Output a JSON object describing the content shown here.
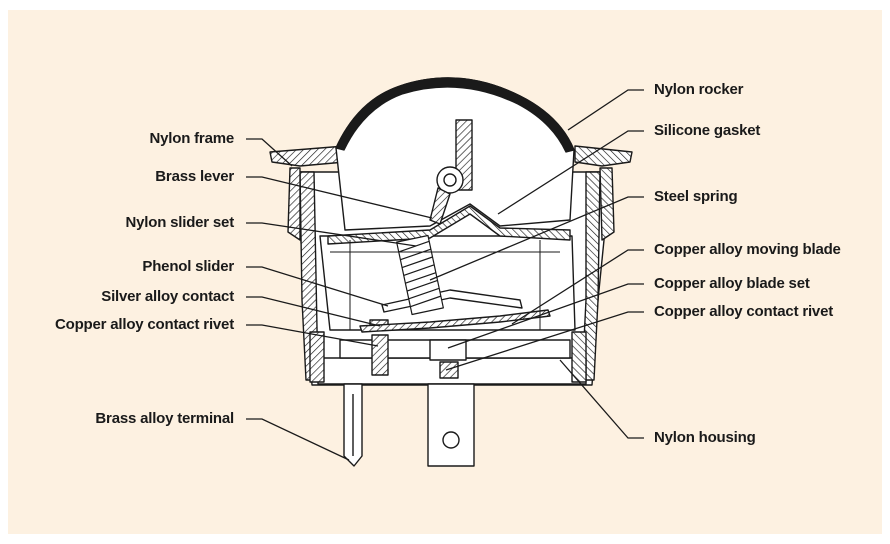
{
  "colors": {
    "background": "#fdf1e1",
    "ink": "#1a1a1a",
    "fill": "#ffffff"
  },
  "labels": {
    "left": [
      "Nylon frame",
      "Brass lever",
      "Nylon slider set",
      "Phenol slider",
      "Silver alloy contact",
      "Copper alloy contact rivet",
      "Brass alloy terminal"
    ],
    "right": [
      "Nylon rocker",
      "Silicone gasket",
      "Steel spring",
      "Copper alloy moving blade",
      "Copper alloy blade set",
      "Copper alloy contact rivet",
      "Nylon housing"
    ]
  }
}
